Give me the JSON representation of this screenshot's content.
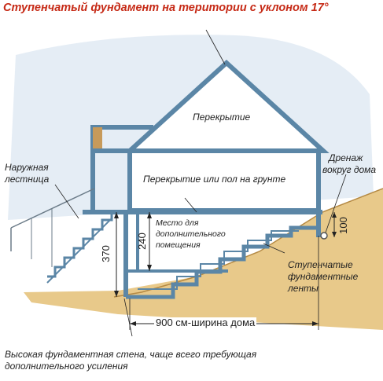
{
  "title": "Ступенчатый фундамент на територии с уклоном 17°",
  "labels": {
    "roof_ceiling": "Перекрытие",
    "floor_ground": "Перекрытие или пол на грунте",
    "stairs_line1": "Наружная",
    "stairs_line2": "лестница",
    "room_line1": "Место для",
    "room_line2": "дополнительного",
    "room_line3": "помещения",
    "drainage_line1": "Дренаж",
    "drainage_line2": "вокруг дома",
    "step_found_line1": "Ступенчатые",
    "step_found_line2": "фундаментные",
    "step_found_line3": "ленты",
    "high_wall_line1": "Высокая фундаментная стена, чаще всего требующая",
    "high_wall_line2": "дополнительного усиления"
  },
  "dimensions": {
    "width": "900 см-ширина дома",
    "h370": "370",
    "h240": "240",
    "h100": "100"
  },
  "colors": {
    "title": "#c62a16",
    "wall": "#5b86a6",
    "soil": "#e8c98a",
    "sky": "#dfe9f2"
  }
}
